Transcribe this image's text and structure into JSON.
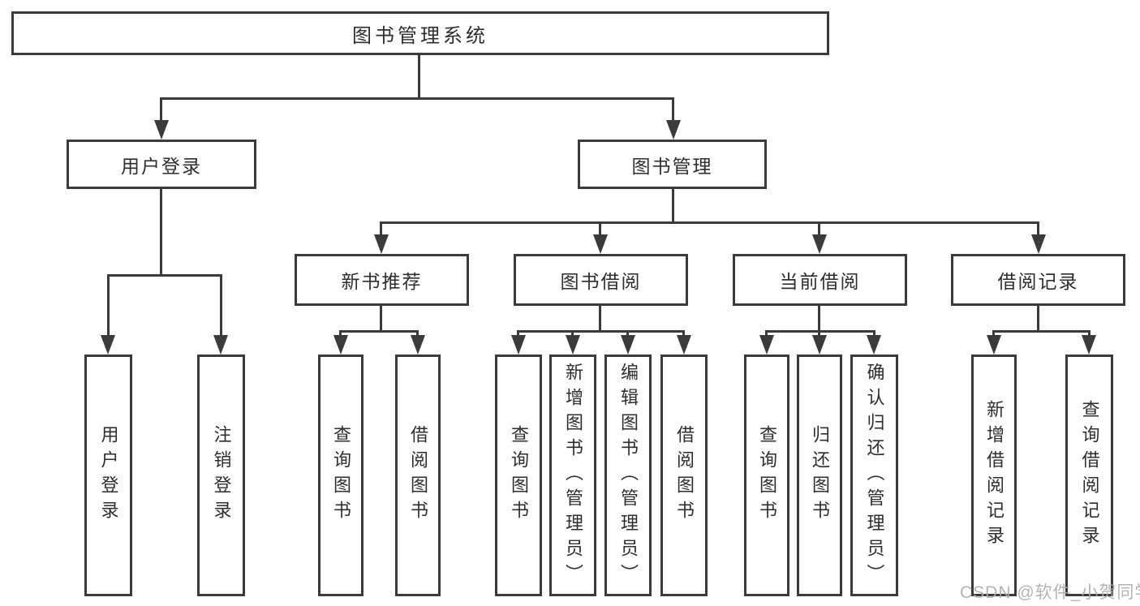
{
  "diagram": {
    "root": {
      "label": "图书管理系统"
    },
    "branches": [
      {
        "label": "用户登录",
        "children": [
          "用户登录",
          "注销登录"
        ]
      },
      {
        "label": "图书管理",
        "children": [
          {
            "label": "新书推荐",
            "children": [
              "查询图书",
              "借阅图书"
            ]
          },
          {
            "label": "图书借阅",
            "children": [
              "查询图书",
              "新增图书（管理员）",
              "编辑图书（管理员）",
              "借阅图书"
            ]
          },
          {
            "label": "当前借阅",
            "children": [
              "查询图书",
              "归还图书",
              "确认归还（管理员）"
            ]
          },
          {
            "label": "借阅记录",
            "children": [
              "新增借阅记录",
              "查询借阅记录"
            ]
          }
        ]
      }
    ]
  },
  "watermark": {
    "text": "CSDN @软件_小贺同学",
    "color": "#acacac"
  },
  "colors": {
    "line": "#3b3b3b",
    "text": "#2e2e2e",
    "background": "#ffffff"
  }
}
